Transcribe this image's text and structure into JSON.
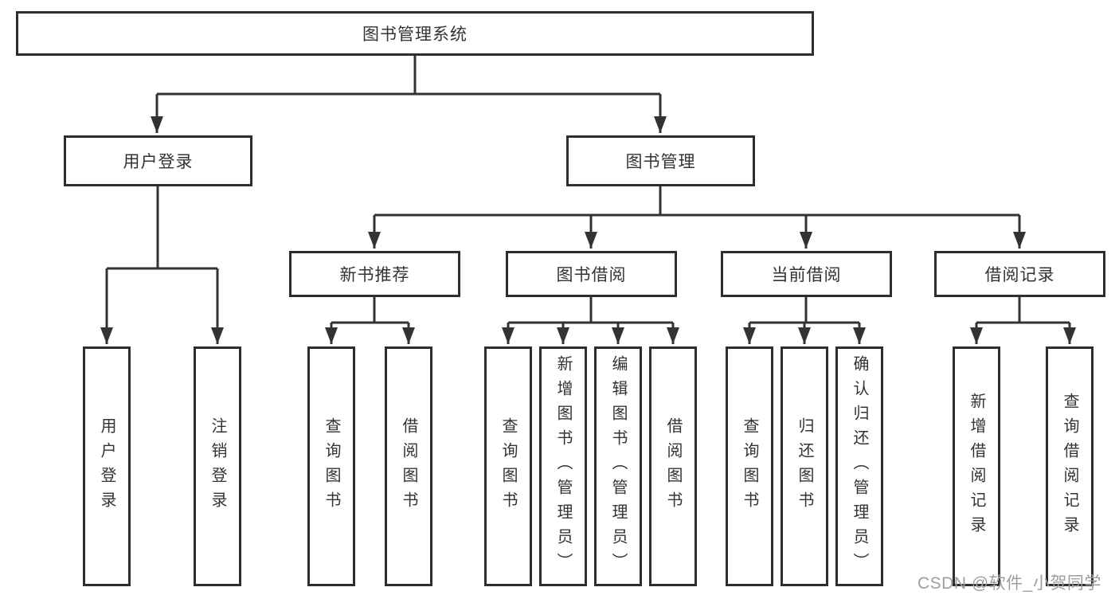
{
  "diagram": {
    "root": {
      "label": "图书管理系统",
      "children": [
        {
          "label": "用户登录",
          "children": [
            {
              "label": "用户登录"
            },
            {
              "label": "注销登录"
            }
          ]
        },
        {
          "label": "图书管理",
          "children": [
            {
              "label": "新书推荐",
              "children": [
                {
                  "label": "查询图书"
                },
                {
                  "label": "借阅图书"
                }
              ]
            },
            {
              "label": "图书借阅",
              "children": [
                {
                  "label": "查询图书"
                },
                {
                  "label": "新增图书（管理员）"
                },
                {
                  "label": "编辑图书（管理员）"
                },
                {
                  "label": "借阅图书"
                }
              ]
            },
            {
              "label": "当前借阅",
              "children": [
                {
                  "label": "查询图书"
                },
                {
                  "label": "归还图书"
                },
                {
                  "label": "确认归还（管理员）"
                }
              ]
            },
            {
              "label": "借阅记录",
              "children": [
                {
                  "label": "新增借阅记录"
                },
                {
                  "label": "查询借阅记录"
                }
              ]
            }
          ]
        }
      ]
    }
  },
  "watermark": {
    "text": "CSDN @软件_小贺同学",
    "color": "#9e9e9e"
  },
  "colors": {
    "line": "#333333",
    "box_border": "#2e2e2e",
    "text": "#333333",
    "background": "#ffffff"
  }
}
